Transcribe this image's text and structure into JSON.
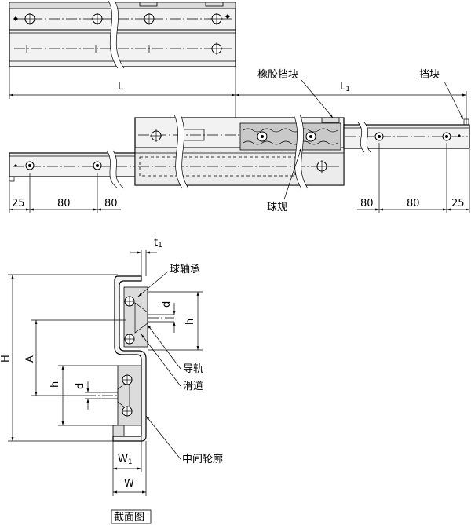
{
  "labels": {
    "L": "L",
    "L1": "L",
    "L1_sub": "1",
    "rubber_stop": "橡胶挡块",
    "stopper": "挡块",
    "ball_retainer": "球规",
    "ball_bearing": "球轴承",
    "rail": "导轨",
    "slide": "滑道",
    "middle_profile": "中间轮廓",
    "t1": "t",
    "t1_sub": "1",
    "d": "d",
    "h": "h",
    "H": "H",
    "A": "A",
    "W1": "W",
    "W1_sub": "1",
    "W": "W",
    "section_view": "截面图"
  },
  "dims_left": [
    "25",
    "80",
    "80"
  ],
  "dims_right": [
    "80",
    "80",
    "25"
  ]
}
